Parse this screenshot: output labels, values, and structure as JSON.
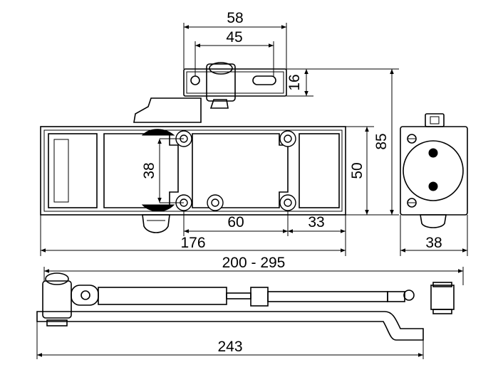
{
  "dimensions": {
    "arm_bracket_width": "58",
    "arm_slot_spacing": "45",
    "arm_bracket_height": "16",
    "total_height": "85",
    "body_height": "50",
    "mount_hole_vertical": "38",
    "mount_hole_spacing": "60",
    "edge_offset": "33",
    "body_length": "176",
    "body_depth": "38",
    "arm_reach_range": "200 - 295",
    "arm_length": "243"
  }
}
